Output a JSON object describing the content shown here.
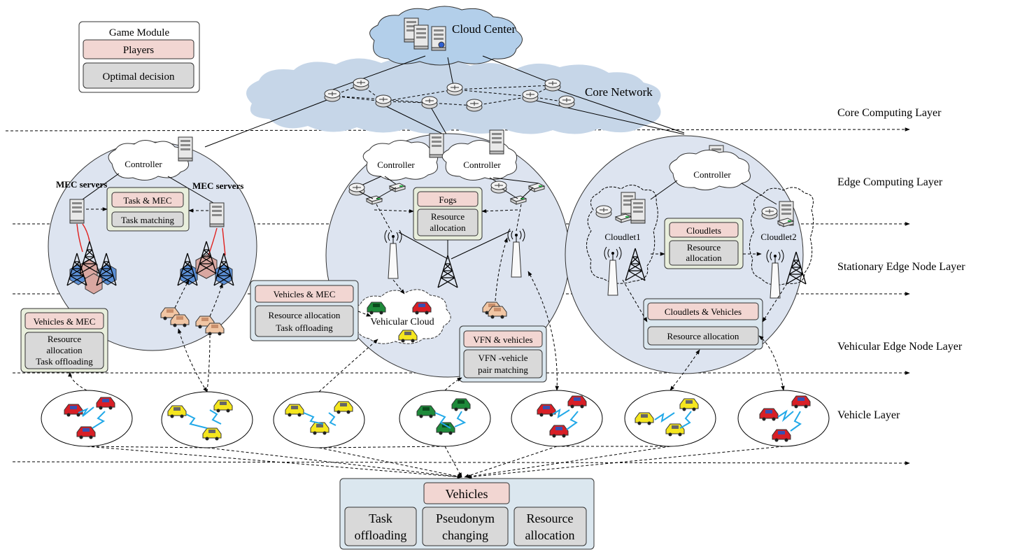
{
  "legend": {
    "title": "Game Module",
    "players": "Players",
    "decision": "Optimal decision"
  },
  "cloud_center": "Cloud Center",
  "core_network": "Core Network",
  "layers": {
    "core": "Core  Computing Layer",
    "edge": "Edge Computing Layer",
    "stationary": "Stationary Edge Node Layer",
    "vehicular": "Vehicular Edge Node Layer",
    "vehicle": "Vehicle  Layer"
  },
  "mec": {
    "controller": "Controller",
    "servers_left": "MEC servers",
    "servers_right": "MEC servers",
    "task_mec": "Task & MEC",
    "task_matching": "Task matching"
  },
  "fog": {
    "controller_left": "Controller",
    "controller_right": "Controller",
    "fogs": "Fogs",
    "resource_allocation_1": "Resource",
    "resource_allocation_2": "allocation",
    "vehicular_cloud": "Vehicular Cloud"
  },
  "cloudlet": {
    "controller": "Controller",
    "cloudlet1": "Cloudlet1",
    "cloudlet2": "Cloudlet2",
    "cloudlets": "Cloudlets",
    "resource_1": "Resource",
    "resource_2": "allocation"
  },
  "vehicles_mec_left": {
    "title": "Vehicles & MEC",
    "line1": "Resource",
    "line2": "allocation",
    "line3": "Task offloading"
  },
  "vehicles_mec_mid": {
    "title": "Vehicles & MEC",
    "line1": "Resource allocation",
    "line2": "Task offloading"
  },
  "vfn": {
    "title": "VFN & vehicles",
    "line1": "VFN -vehicle",
    "line2": "pair matching"
  },
  "cloudlets_vehicles": {
    "title": "Cloudlets & Vehicles",
    "line1": "Resource allocation"
  },
  "bottom": {
    "title": "Vehicles",
    "a1": "Task",
    "a2": "offloading",
    "b1": "Pseudonym",
    "b2": "changing",
    "c1": "Resource",
    "c2": "allocation"
  },
  "colors": {
    "pink": "#f2d6d2",
    "grey": "#d9d9d9",
    "circle": "#dde4f0",
    "cloud": "#b3cfea",
    "red_car": "#d81f26",
    "yellow_car": "#f5e61e",
    "green_car": "#1e8a3a",
    "tan_car": "#f1c6a4",
    "signal": "#23a9e8"
  }
}
